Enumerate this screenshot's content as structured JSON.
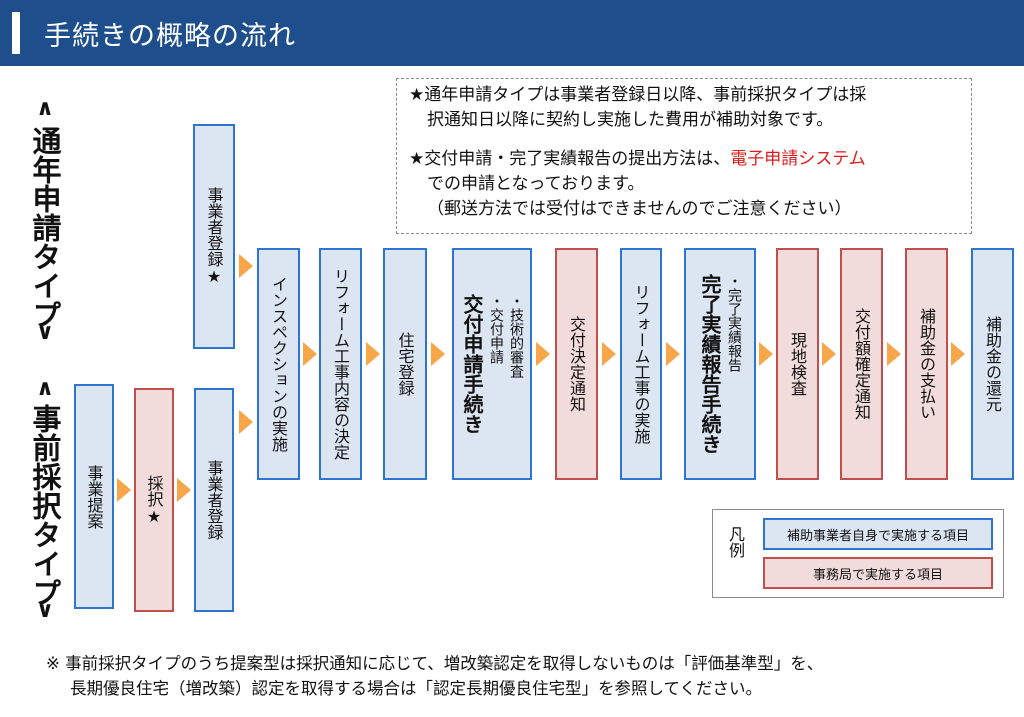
{
  "header": {
    "title": "手続きの概略の流れ"
  },
  "notes": {
    "line1a": "★通年申請タイプは事業者登録日以降、事前採択タイプは採",
    "line1b": "択通知日以降に契約し実施した費用が補助対象です。",
    "line2a": "★交付申請・完了実績報告の提出方法は、",
    "line2red": "電子申請システム",
    "line2b": "での申請となっております。",
    "line2c": "（郵送方法では受付はできませんのでご注意ください）"
  },
  "labels": {
    "annual": "通年申請タイプ",
    "advance": "事前採択タイプ",
    "bracket_open": "∧",
    "bracket_close": "∨"
  },
  "boxes": {
    "annual_register": "事業者登録★",
    "proposal": "事業提案",
    "selection": "採択★",
    "advance_register": "事業者登録",
    "inspection": "インスペクションの実施",
    "reform_decision": "リフォーム工事内容の決定",
    "housing_register": "住宅登録",
    "grant_app_title": "交付申請手続き",
    "grant_app_sub1": "・技術的審査",
    "grant_app_sub2": "・交付申請",
    "grant_decision": "交付決定通知",
    "reform_work": "リフォーム工事の実施",
    "report_title": "完了実績報告手続き",
    "report_sub": "・完了実績報告",
    "site_inspection": "現地検査",
    "amount_notice": "交付額確定通知",
    "payment": "補助金の支払い",
    "refund": "補助金の還元"
  },
  "legend": {
    "title": "凡例",
    "blue_item": "補助事業者自身で実施する項目",
    "pink_item": "事務局で実施する項目"
  },
  "footnote": {
    "line1": "※ 事前採択タイプのうち提案型は採択通知に応じて、増改築認定を取得しないものは「評価基準型」を、",
    "line2": "長期優良住宅（増改築）認定を取得する場合は「認定長期優良住宅型」を参照してください。"
  },
  "colors": {
    "header_bg": "#1f4e8c",
    "blue_fill": "#dce6f2",
    "blue_border": "#2e75d0",
    "pink_fill": "#f2dcdb",
    "pink_border": "#c0504d",
    "arrow": "#f8a64a",
    "highlight_red": "#e01b1b"
  }
}
